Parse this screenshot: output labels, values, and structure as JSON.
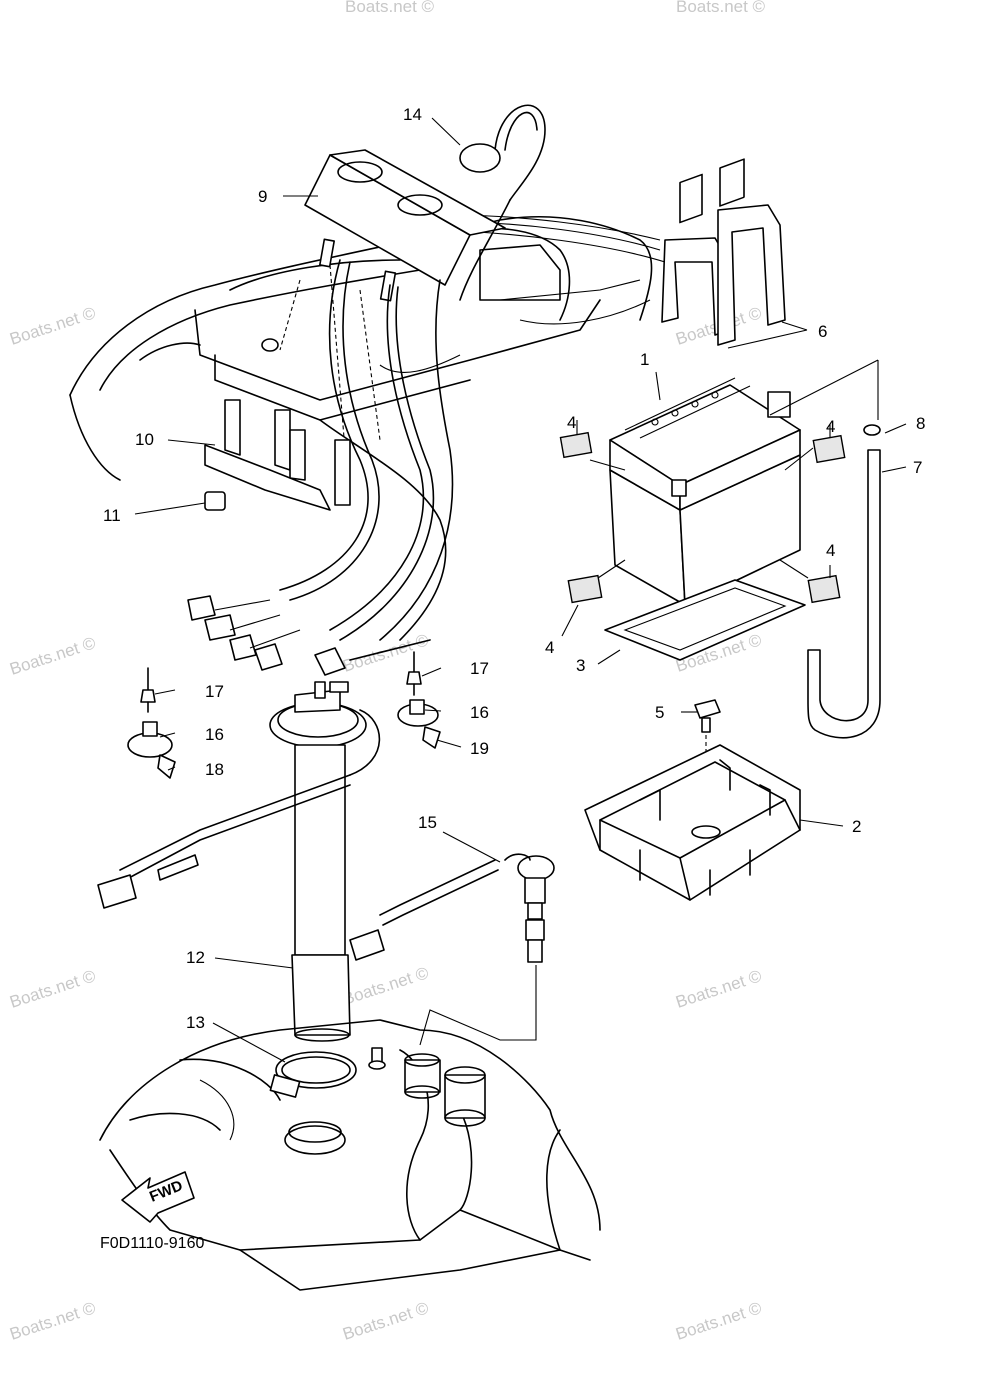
{
  "diagram": {
    "code": "F0D1110-9160",
    "fwd_label": "FWD",
    "watermark": "Boats.net ©",
    "callouts": [
      "1",
      "2",
      "3",
      "4",
      "5",
      "6",
      "7",
      "8",
      "9",
      "10",
      "11",
      "12",
      "13",
      "14",
      "15",
      "16",
      "17",
      "18",
      "19"
    ]
  }
}
